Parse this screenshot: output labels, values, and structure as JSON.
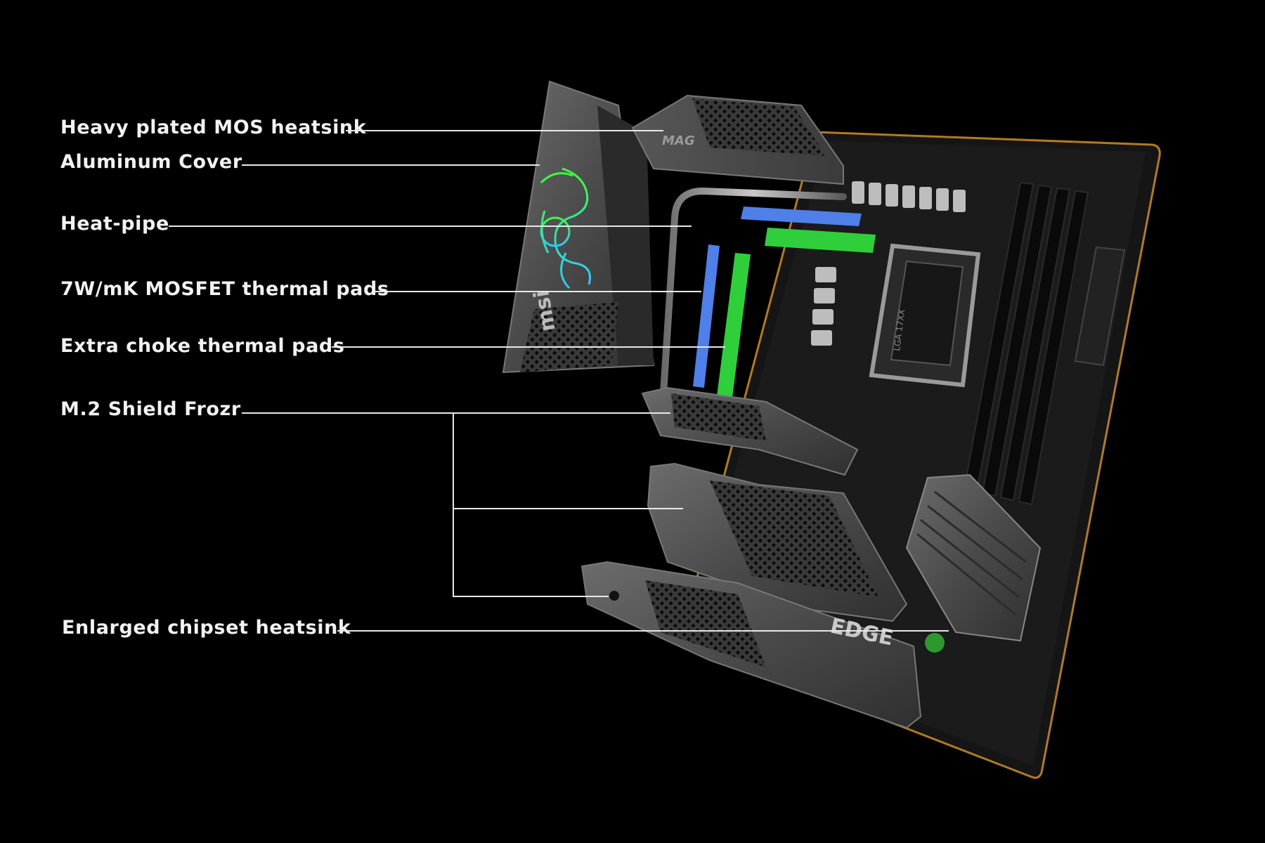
{
  "labels": {
    "mos_heatsink": "Heavy plated MOS heatsink",
    "aluminum_cover": "Aluminum Cover",
    "heat_pipe": "Heat-pipe",
    "mosfet_pads": "7W/mK MOSFET thermal pads",
    "choke_pads": "Extra choke thermal pads",
    "m2_shield": "M.2 Shield Frozr",
    "chipset_heatsink": "Enlarged chipset heatsink"
  },
  "board_marks": {
    "series_logo": "MAG",
    "brand_logo": "msi",
    "edge_text": "EDGE",
    "socket_text": "LGA 17XX"
  },
  "colors": {
    "background": "#000000",
    "label_text": "#f2f2f2",
    "mosfet_pad": "#4f7fe8",
    "choke_pad": "#2fcf3c",
    "dragon_green": "#3cff3c",
    "dragon_cyan": "#2ec8ff",
    "board_edge": "#b07a28"
  }
}
